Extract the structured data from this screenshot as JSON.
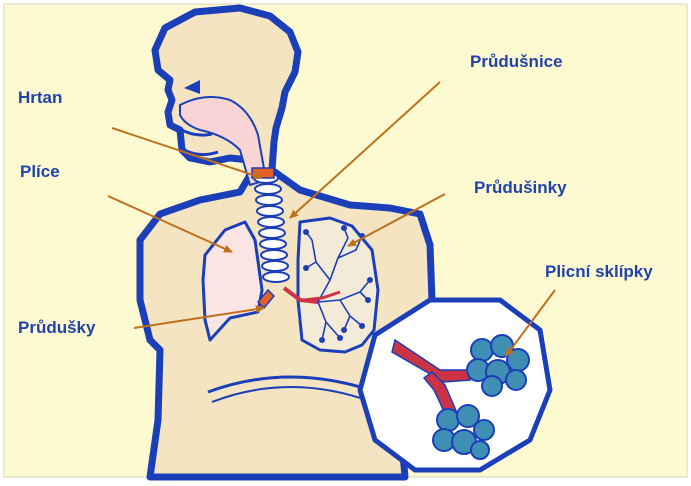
{
  "labels": {
    "hrtan": "Hrtan",
    "plice": "Plíce",
    "prudusky": "Průdušky",
    "prudusnice": "Průdušnice",
    "prudusinky": "Průdušinky",
    "plicni_sklipky": "Plicní sklípky"
  },
  "colors": {
    "background": "#fdfad2",
    "body_fill": "#f4e4c2",
    "outline": "#1a3fb8",
    "label_text": "#2244aa",
    "arrow": "#c0701a",
    "lung_fill": "#fbe4e4",
    "bronchi_red": "#cc3344",
    "alveoli_blue": "#3f8fb5"
  }
}
